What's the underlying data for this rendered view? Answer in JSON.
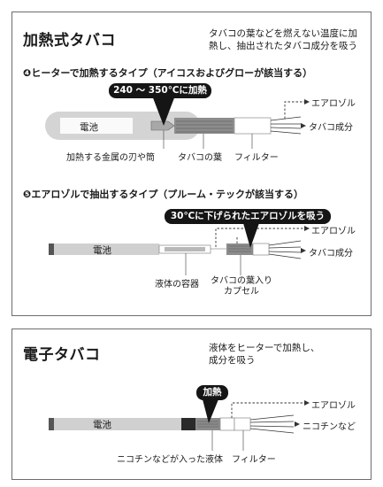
{
  "panel1": {
    "title": "加熱式タバコ",
    "description": "タバコの葉などを燃えない温度に加\n熱し、抽出されたタバコ成分を吸う",
    "typeA": {
      "heading": "❹ヒーターで加熱するタイプ（アイコスおよびグローが該当する）",
      "temp_callout": "240 ～ 350℃に加熱",
      "battery": "電池",
      "out_aerosol": "エアロゾル",
      "out_tobacco": "タバコ成分",
      "label_blade": "加熱する金属の刃や筒",
      "label_leaf": "タバコの葉",
      "label_filter": "フィルター"
    },
    "typeB": {
      "heading": "❺エアロゾルで抽出するタイプ（プルーム・テックが該当する）",
      "temp_callout": "30℃に下げられたエアロゾルを吸う",
      "battery": "電池",
      "out_aerosol": "エアロゾル",
      "out_tobacco": "タバコ成分",
      "label_container": "液体の容器",
      "label_capsule": "タバコの葉入り\nカプセル"
    }
  },
  "panel2": {
    "title": "電子タバコ",
    "description": "液体をヒーターで加熱し、\n成分を吸う",
    "callout": "加熱",
    "battery": "電池",
    "out_aerosol": "エアロゾル",
    "out_nicotine": "ニコチンなど",
    "label_liquid": "ニコチンなどが入った液体",
    "label_filter": "フィルター"
  }
}
